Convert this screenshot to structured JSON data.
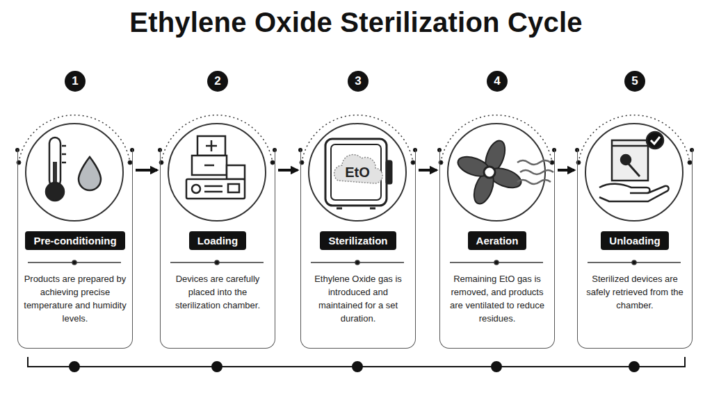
{
  "diagram": {
    "title": "Ethylene Oxide Sterilization Cycle",
    "nodes": [
      {
        "text": [
          "1"
        ]
      },
      {
        "text": [
          "Pre-conditioning",
          "Products are prepared by achieving precise temperature and humidity levels."
        ]
      },
      {
        "text": [
          "2"
        ]
      },
      {
        "text": [
          "Loading",
          "Devices are carefully placed into the sterilization chamber."
        ]
      },
      {
        "text": [
          "3"
        ]
      },
      {
        "text": [
          "Sterilization",
          "Ethylene Oxide gas is introduced and maintained for a set duration."
        ]
      },
      {
        "text": [
          "4"
        ]
      },
      {
        "text": [
          "Aeration",
          "Remaining EtO gas is removed, and products are ventilated to reduce residues."
        ]
      },
      {
        "text": [
          "5"
        ]
      },
      {
        "text": [
          "Unloading",
          "Sterilized devices are safely retrieved from the chamber."
        ]
      }
    ],
    "edges": [
      {
        "from": 1,
        "to": 3,
        "arrow": "to"
      },
      {
        "from": 3,
        "to": 5,
        "arrow": "to"
      },
      {
        "from": 5,
        "to": 7,
        "arrow": "to"
      },
      {
        "from": 7,
        "to": 9,
        "arrow": "to"
      }
    ],
    "labels": [
      "EtO"
    ]
  }
}
